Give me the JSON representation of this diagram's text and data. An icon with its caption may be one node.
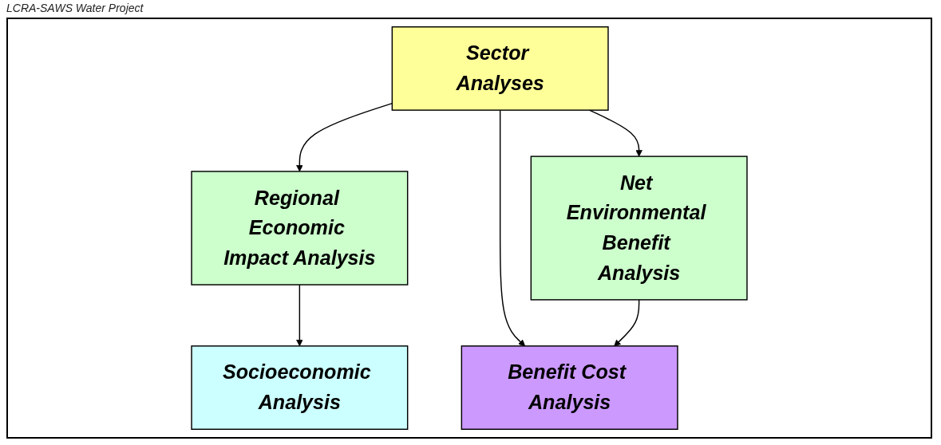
{
  "diagram": {
    "nodes": [
      {
        "text": [
          "Sector Analyses"
        ]
      },
      {
        "text": [
          "Regional Economic Impact Analysis"
        ]
      },
      {
        "text": [
          "Net Environmental Benefit Analysis"
        ]
      },
      {
        "text": [
          "Socioeconomic Analysis"
        ]
      },
      {
        "text": [
          "Benefit Cost Analysis"
        ]
      }
    ],
    "edges": [
      {
        "from": 0,
        "to": 1,
        "arrow": "to"
      },
      {
        "from": 0,
        "to": 2,
        "arrow": "to"
      },
      {
        "from": 0,
        "to": 4,
        "arrow": "to"
      },
      {
        "from": 1,
        "to": 3,
        "arrow": "to"
      },
      {
        "from": 2,
        "to": 4,
        "arrow": "to"
      }
    ],
    "labels": [
      "LCRA-SAWS Water Project"
    ]
  }
}
